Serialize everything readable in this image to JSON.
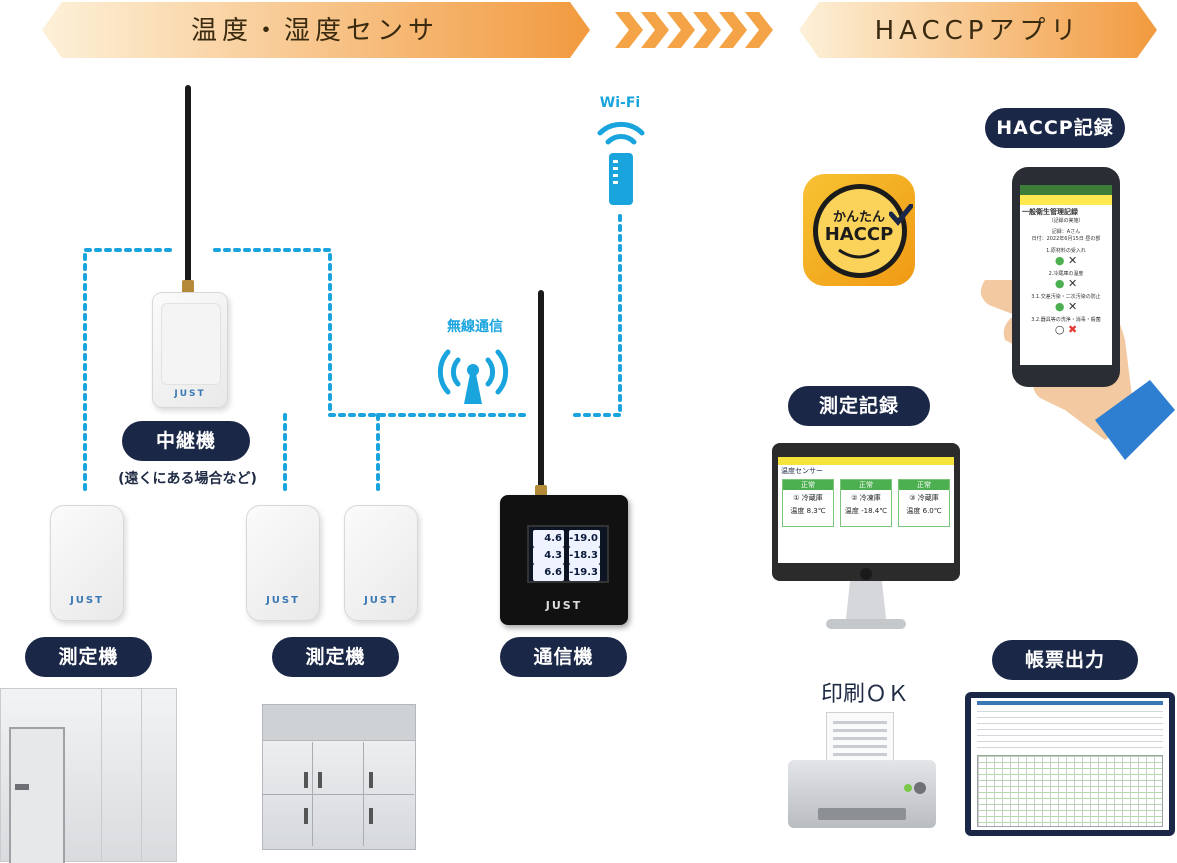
{
  "banners": {
    "left_title": "温度・湿度センサ",
    "right_title": "HACCPアプリ"
  },
  "labels": {
    "relay": "中継機",
    "relay_note": "(遠くにある場合など)",
    "sensor_left": "測定機",
    "sensor_middle": "測定機",
    "communicator": "通信機",
    "wireless": "無線通信",
    "wifi": "Wi-Fi",
    "haccp_record": "HACCP記録",
    "measure_record": "測定記録",
    "form_output": "帳票出力",
    "print_ok": "印刷ＯＫ"
  },
  "device_logo": "JUST",
  "app_icon": {
    "line1": "かんたん",
    "line2": "HACCP"
  },
  "lcd_readings": [
    {
      "index": "1",
      "value": "4.6"
    },
    {
      "index": "2",
      "value": "-19.0"
    },
    {
      "index": "3",
      "value": "4.3"
    },
    {
      "index": "4",
      "value": "-18.3"
    },
    {
      "index": "5",
      "value": "6.6"
    },
    {
      "index": "6",
      "value": "-19.3"
    }
  ],
  "phone": {
    "title": "一般衛生管理記録",
    "subtitle": "（記録の実施）",
    "record_label": "記録：Aさん",
    "record_date": "日付：2022年6月15日 昼の部",
    "items": [
      "1.原材料の受入れ",
      "2.冷蔵庫の温度",
      "3.1.交差汚染・二次汚染の防止",
      "3.2.器具等の洗浄・消毒・殺菌"
    ]
  },
  "monitor": {
    "header": "温度センサー",
    "cards": [
      {
        "status": "正常",
        "name": "① 冷蔵庫",
        "temp": "温度 8.3℃"
      },
      {
        "status": "正常",
        "name": "② 冷凍庫",
        "temp": "温度 -18.4℃"
      },
      {
        "status": "正常",
        "name": "③ 冷蔵庫",
        "temp": "温度 6.0℃"
      }
    ]
  },
  "colors": {
    "banner_start": "#fbe3b9",
    "banner_end": "#f2a14a",
    "pill_bg": "#1b2747",
    "accent_blue": "#19a4de",
    "app_icon_bg": "#f5b21c"
  }
}
